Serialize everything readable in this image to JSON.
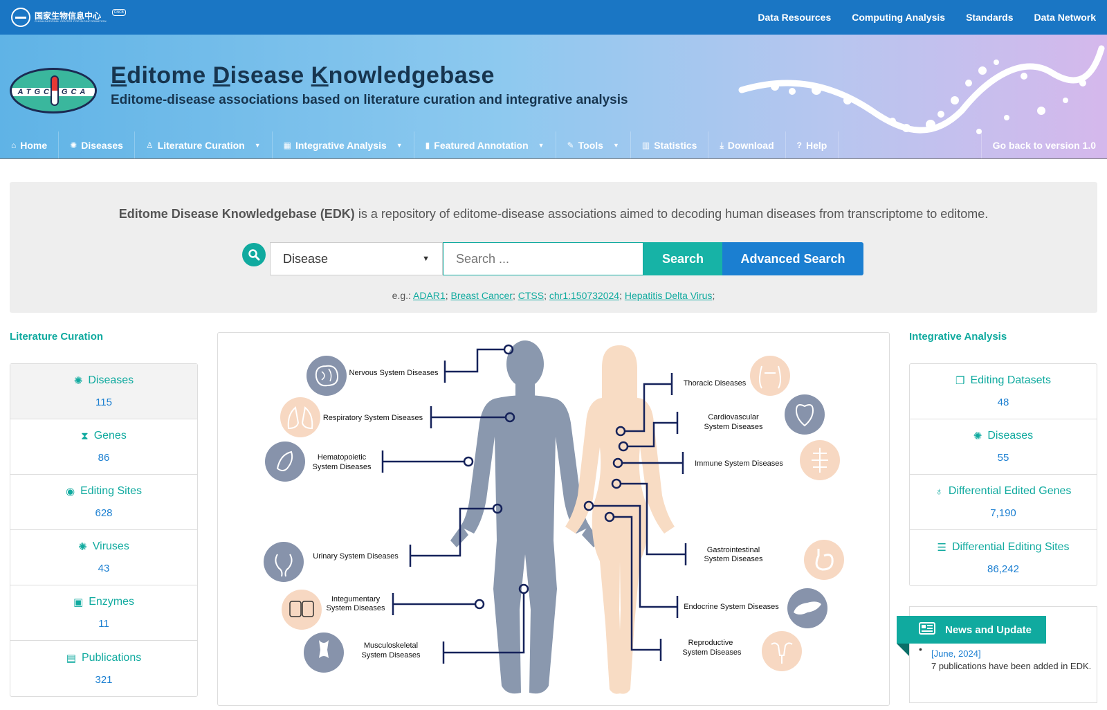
{
  "topbar": {
    "org_cn": "国家生物信息中心",
    "org_en": "CHINA NATIONAL CENTER FOR BIOINFORMATION",
    "org_badge": "CNCB",
    "links": [
      "Data Resources",
      "Computing Analysis",
      "Standards",
      "Data Network"
    ]
  },
  "banner": {
    "logo_letters": "ATGCAGCA",
    "title_rest": [
      "ditome ",
      "isease ",
      "nowledgebase"
    ],
    "title_initials": [
      "E",
      "D",
      "K"
    ],
    "subtitle": "Editome-disease associations based on literature curation and integrative analysis"
  },
  "nav": {
    "items": [
      {
        "label": "Home",
        "icon": "home-icon",
        "dropdown": false
      },
      {
        "label": "Diseases",
        "icon": "virus-icon",
        "dropdown": false
      },
      {
        "label": "Literature Curation",
        "icon": "user-icon",
        "dropdown": true
      },
      {
        "label": "Integrative Analysis",
        "icon": "calculator-icon",
        "dropdown": true
      },
      {
        "label": "Featured Annotation",
        "icon": "bookmark-icon",
        "dropdown": true
      },
      {
        "label": "Tools",
        "icon": "wrench-icon",
        "dropdown": true
      },
      {
        "label": "Statistics",
        "icon": "bar-chart-icon",
        "dropdown": false
      },
      {
        "label": "Download",
        "icon": "download-icon",
        "dropdown": false
      },
      {
        "label": "Help",
        "icon": "question-icon",
        "dropdown": false
      }
    ],
    "right_link": "Go back to version 1.0"
  },
  "search": {
    "tagline_bold": "Editome Disease Knowledgebase (EDK)",
    "tagline_rest": " is a repository of editome-disease associations aimed to decoding human diseases from transcriptome to editome.",
    "select_value": "Disease",
    "placeholder": "Search ...",
    "search_button": "Search",
    "advanced_button": "Advanced Search",
    "examples_prefix": "e.g.: ",
    "examples": [
      "ADAR1",
      "Breast Cancer",
      "CTSS",
      "chr1:150732024",
      "Hepatitis Delta Virus"
    ]
  },
  "literature": {
    "title": "Literature Curation",
    "stats": [
      {
        "label": "Diseases",
        "value": "115",
        "icon": "virus-icon"
      },
      {
        "label": "Genes",
        "value": "86",
        "icon": "dna-icon"
      },
      {
        "label": "Editing Sites",
        "value": "628",
        "icon": "target-icon"
      },
      {
        "label": "Viruses",
        "value": "43",
        "icon": "viruses-icon"
      },
      {
        "label": "Enzymes",
        "value": "11",
        "icon": "toolbox-icon"
      },
      {
        "label": "Publications",
        "value": "321",
        "icon": "book-icon"
      }
    ]
  },
  "integrative": {
    "title": "Integrative Analysis",
    "stats": [
      {
        "label": "Editing Datasets",
        "value": "48",
        "icon": "window-icon"
      },
      {
        "label": "Diseases",
        "value": "55",
        "icon": "virus-icon"
      },
      {
        "label": "Differential Edited Genes",
        "value": "7,190",
        "icon": "lightbulb-icon"
      },
      {
        "label": "Differential Editing Sites",
        "value": "86,242",
        "icon": "signs-icon"
      }
    ]
  },
  "bodymap": {
    "left": [
      {
        "lines": [
          "Nervous System Diseases"
        ],
        "icon": "brain-icon"
      },
      {
        "lines": [
          "Respiratory System Diseases"
        ],
        "icon": "lungs-icon"
      },
      {
        "lines": [
          "Hematopoietic",
          "System Diseases"
        ],
        "icon": "spleen-icon"
      },
      {
        "lines": [
          "Urinary System Diseases"
        ],
        "icon": "kidney-icon"
      },
      {
        "lines": [
          "Integumentary",
          "System Diseases"
        ],
        "icon": "skin-icon"
      },
      {
        "lines": [
          "Musculoskeletal",
          "System Diseases"
        ],
        "icon": "bone-icon"
      }
    ],
    "right": [
      {
        "lines": [
          "Thoracic Diseases"
        ],
        "icon": "thorax-icon"
      },
      {
        "lines": [
          "Cardiovascular",
          "System Diseases"
        ],
        "icon": "heart-icon"
      },
      {
        "lines": [
          "Immune System Diseases"
        ],
        "icon": "lymph-icon"
      },
      {
        "lines": [
          "Gastrointestinal",
          "System Diseases"
        ],
        "icon": "stomach-icon"
      },
      {
        "lines": [
          "Endocrine System Diseases"
        ],
        "icon": "pancreas-icon"
      },
      {
        "lines": [
          "Reproductive",
          "System Diseases"
        ],
        "icon": "uterus-icon"
      }
    ],
    "colors": {
      "male": "#8a98ae",
      "female": "#f8dcc4",
      "line": "#15225a",
      "icon_gray": "#8793ab",
      "icon_peach": "#f7d8c2"
    }
  },
  "news": {
    "title": "News and Update",
    "date": "[June, 2024]",
    "text": "7 publications have been added in EDK."
  }
}
